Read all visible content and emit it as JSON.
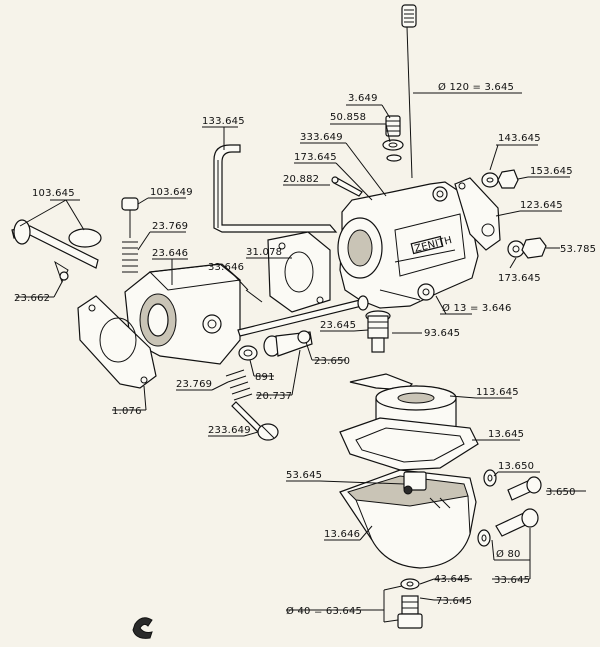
{
  "labels": {
    "p3645_120": "Ø 120 = 3.645",
    "p3649": "3.649",
    "p50858": "50.858",
    "p333649": "333.649",
    "p173645a": "173.645",
    "p20882": "20.882",
    "p133645": "133.645",
    "p143645": "143.645",
    "p153645": "153.645",
    "p123645": "123.645",
    "p53785": "53.785",
    "p173645b": "173.645",
    "p103645": "103.645",
    "p103649": "103.649",
    "p23769a": "23.769",
    "p23646": "23.646",
    "p31078": "31.078",
    "p33646": "33.646",
    "p23662": "23.662",
    "p3646_13": "Ø 13 = 3.646",
    "p23645": "23.645",
    "p93645": "93.645",
    "p23650": "23.650",
    "p891": "891",
    "p20737": "20.737",
    "p1076": "1.076",
    "p23769b": "23.769",
    "p113645": "113.645",
    "p13645": "13.645",
    "p233649": "233.649",
    "p53645": "53.645",
    "p13650": "13.650",
    "p3650": "3.650",
    "p13646": "13.646",
    "p80": "Ø 80",
    "p33645": "33.645",
    "p43645": "43.645",
    "p73645": "73.645",
    "p63645_40": "Ø 40 = 63.645",
    "body_brand": "ZENITH"
  }
}
